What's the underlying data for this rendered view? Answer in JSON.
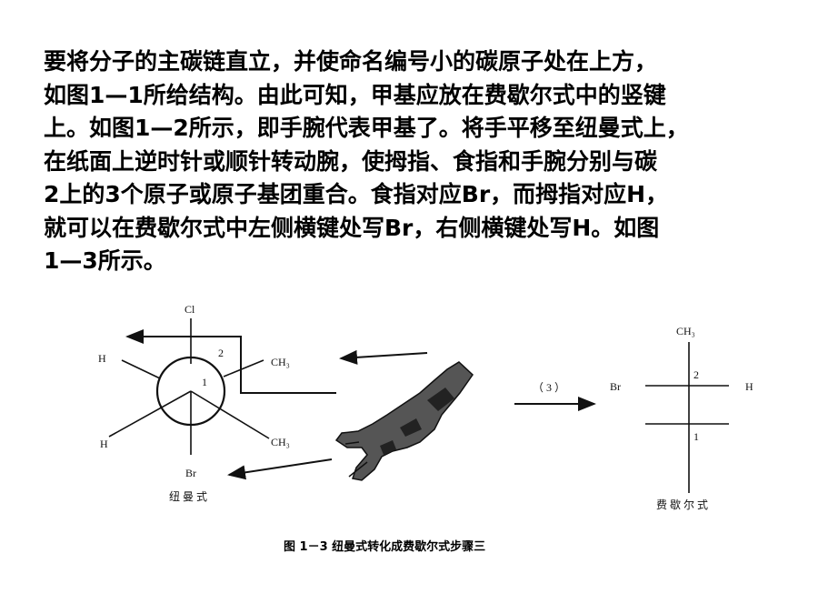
{
  "paragraph": {
    "lines": [
      "要将分子的主碳链直立，并使命名编号小的碳原子处在上方，",
      "如图1—1所给结构。由此可知，甲基应放在费歇尔式中的竖键",
      "上。如图1—2所示，即手腕代表甲基了。将手平移至纽曼式上，",
      "在纸面上逆时针或顺针转动腕，使拇指、食指和手腕分别与碳",
      "2上的3个原子或原子基团重合。食指对应Br，而拇指对应H，",
      "就可以在费歇尔式中左侧横键处写Br，右侧横键处写H。如图",
      "1—3所示。"
    ]
  },
  "figure": {
    "newman": {
      "top": "Cl",
      "upper_left": "H",
      "upper_right": "CH₃",
      "lower_left": "H",
      "lower_right": "CH₃",
      "bottom": "Br",
      "front_carbon": "1",
      "back_carbon": "2",
      "label": "纽 曼 式"
    },
    "step": "（ 3 ）",
    "fischer": {
      "top": "CH₃",
      "left": "Br",
      "right": "H",
      "upper_carbon": "2",
      "lower_carbon": "1",
      "label": "费 歇 尔 式"
    },
    "caption": "图 1－3   纽曼式转化成费歇尔式步骤三"
  }
}
